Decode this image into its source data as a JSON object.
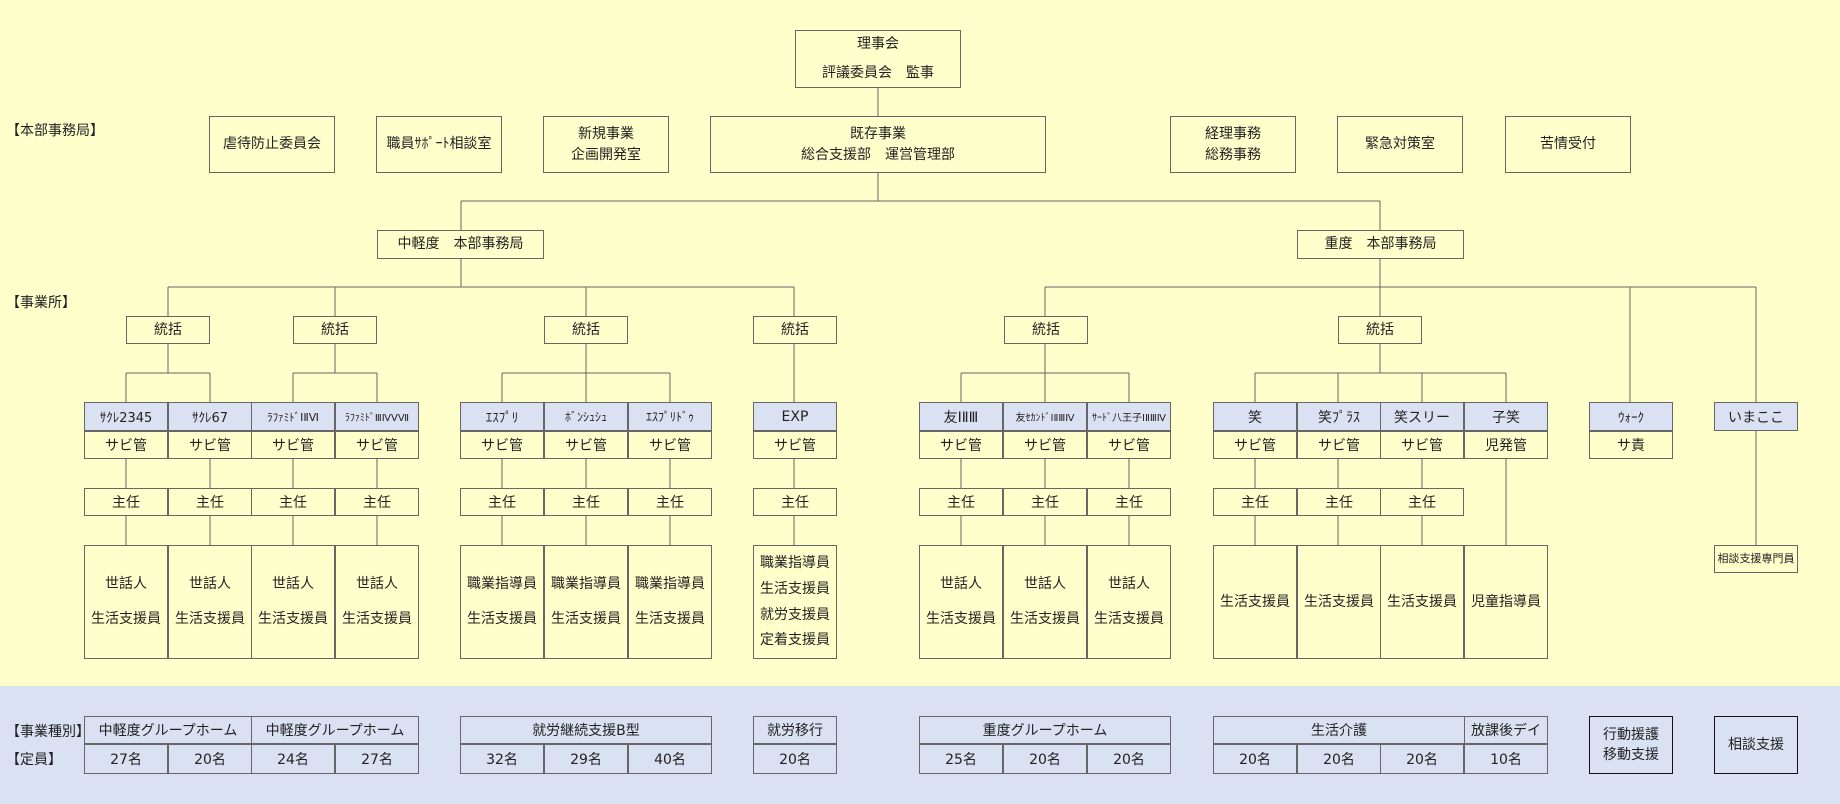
{
  "sections": {
    "hq": "【本部事務局】",
    "offices": "【事業所】",
    "type": "【事業種別】",
    "capacity": "【定員】"
  },
  "top": {
    "board": "理事会",
    "council_audit": "評議委員会　監事"
  },
  "hq_row": {
    "abuse": "虐待防止委員会",
    "support_room": "職員ｻﾎﾟｰﾄ相談室",
    "newbiz_1": "新規事業",
    "newbiz_2": "企画開発室",
    "existing_1": "既存事業",
    "existing_2": "総合支援部　運営管理部",
    "accounting_1": "経理事務",
    "accounting_2": "総務事務",
    "emergency": "緊急対策室",
    "complaint": "苦情受付"
  },
  "regional": {
    "mild": "中軽度　本部事務局",
    "severe": "重度　本部事務局"
  },
  "roles": {
    "overseer": "統括",
    "sabikan": "サビ管",
    "chief": "主任",
    "caretaker": "世話人",
    "life_support": "生活支援員",
    "job_instructor": "職業指導員",
    "employment_support": "就労支援員",
    "retention_support": "定着支援員",
    "child_dev_mgr": "児発管",
    "child_instructor": "児童指導員",
    "service_resp": "サ責",
    "consult_specialist": "相談支援専門員"
  },
  "facilities": {
    "saku2345": "ｻｸﾚ2345",
    "saku67": "ｻｸﾚ67",
    "raf1": "ﾗﾌｧﾐﾄﾞⅠⅡⅥ",
    "raf2": "ﾗﾌｧﾐﾄﾞⅢⅣⅤⅦ",
    "esp": "ｴｽﾌﾟﾘ",
    "bon": "ﾎﾞﾝｼｭｼｭ",
    "esp_d": "ｴｽﾌﾟﾘﾄﾞｩ",
    "exp": "EXP",
    "tomo": "友ⅠⅡⅢ",
    "tomo2": "友ｾｶﾝﾄﾞⅠⅡⅢⅣ",
    "tomo3": "ｻｰﾄﾞ八王子ⅠⅡⅢⅣ",
    "emi": "笑",
    "emi_plus": "笑ﾌﾟﾗｽ",
    "emi_three": "笑スリー",
    "kodomo_emi": "子笑",
    "walk": "ｳｫｰｸ",
    "imakoko": "いまここ"
  },
  "business_types": {
    "gh_mild_1": "中軽度グループホーム",
    "gh_mild_2": "中軽度グループホーム",
    "b_type": "就労継続支援B型",
    "transition": "就労移行",
    "gh_severe": "重度グループホーム",
    "life_care": "生活介護",
    "after_school": "放課後デイ",
    "behavior_1": "行動援護",
    "behavior_2": "移動支援",
    "consultation": "相談支援"
  },
  "capacities": {
    "saku2345": "27名",
    "saku67": "20名",
    "raf1": "24名",
    "raf2": "27名",
    "esp": "32名",
    "bon": "29名",
    "esp_d": "40名",
    "exp": "20名",
    "tomo": "25名",
    "tomo2": "20名",
    "tomo3": "20名",
    "emi": "20名",
    "emi_plus": "20名",
    "emi_three": "20名",
    "kodomo_emi": "10名"
  },
  "colors": {
    "background": "#ffffcc",
    "footer_band": "#d9e1f2",
    "header_fill": "#d9e1f2",
    "line": "#666666"
  }
}
